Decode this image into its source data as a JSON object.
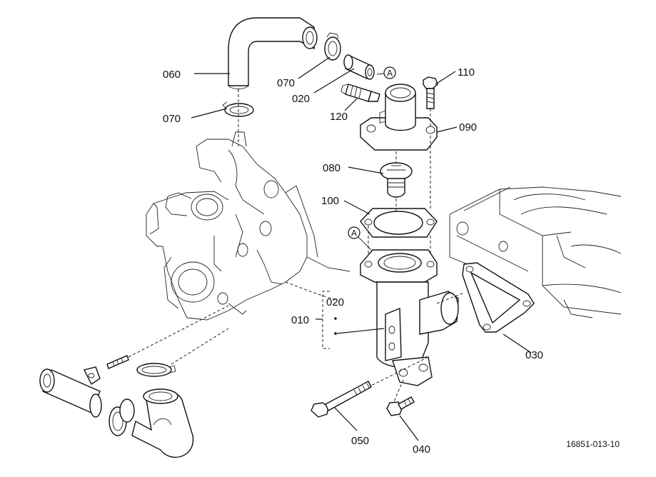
{
  "callouts": {
    "c060": "060",
    "c070a": "070",
    "c070b": "070",
    "c020a": "020",
    "c120": "120",
    "c110": "110",
    "c090": "090",
    "c080": "080",
    "c100": "100",
    "c010": "010",
    "c020b": "020",
    "c030": "030",
    "c050": "050",
    "c040": "040"
  },
  "refs": {
    "a_top": "A",
    "a_lower": "A"
  },
  "drawing_number": "16851-013-10"
}
